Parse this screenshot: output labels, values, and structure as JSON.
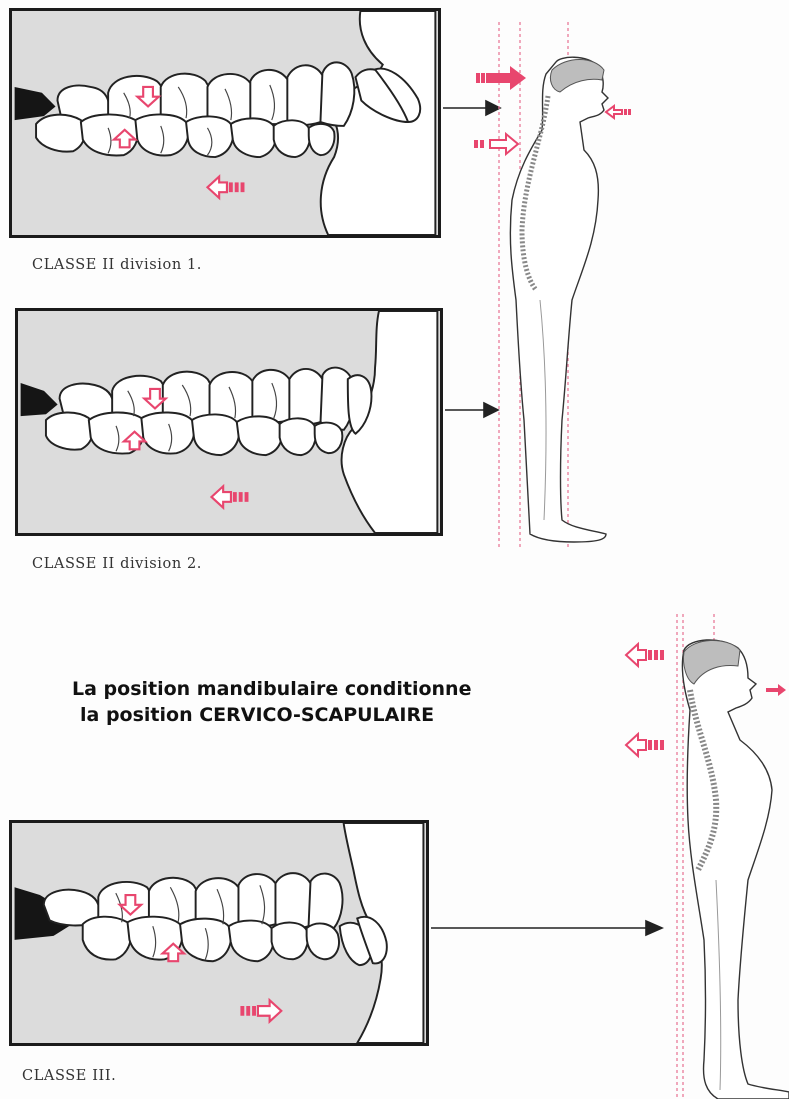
{
  "captions": {
    "class2_div1": "CLASSE II division 1.",
    "class2_div2": "CLASSE II division 2.",
    "class3": "CLASSE III."
  },
  "headline": {
    "line1": "La position mandibulaire conditionne",
    "line2": "la position CERVICO-SCAPULAIRE"
  },
  "colors": {
    "arrow_pink": "#e8466e",
    "panel_gray": "#dcdcdc",
    "ink": "#1b1b1b",
    "guide_line": "#e97a9a"
  },
  "icons": {
    "teeth": "molar-occlusion-drawing",
    "posture": "standing-man-profile-with-spine",
    "force": "hollow-pink-arrow"
  }
}
